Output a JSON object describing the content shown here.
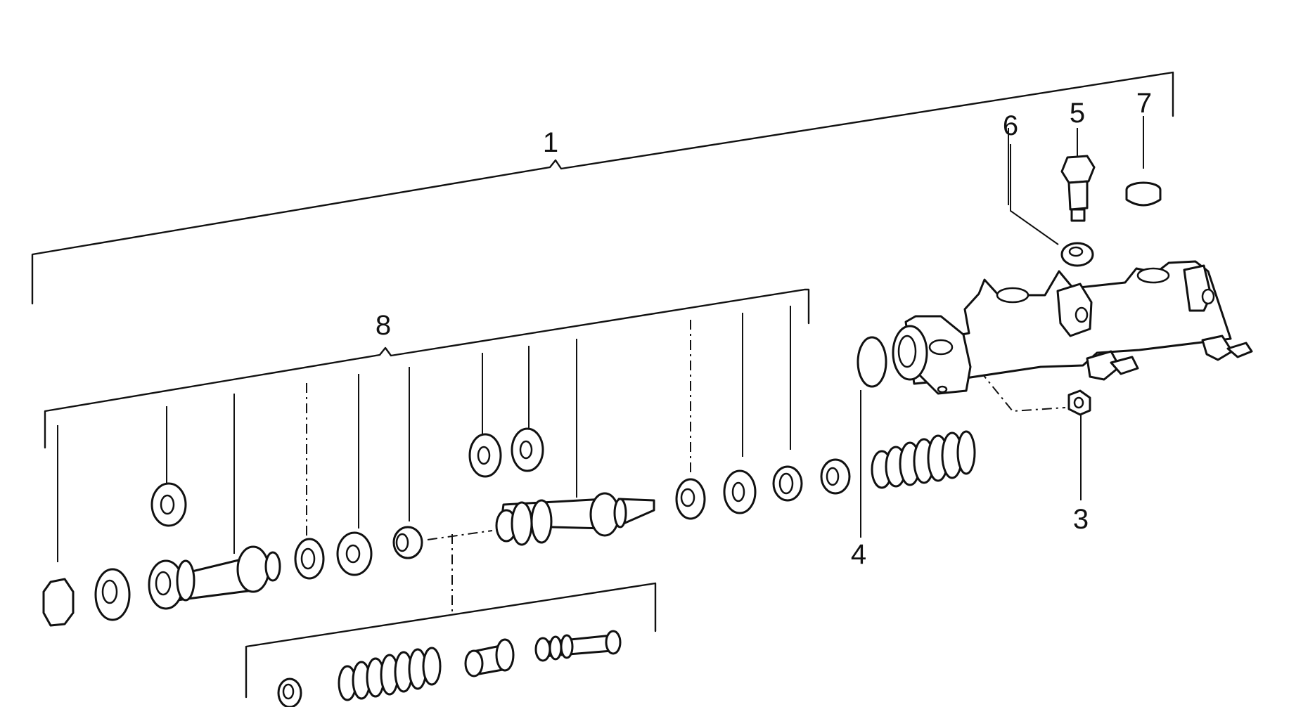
{
  "diagram": {
    "callouts": [
      "1",
      "8",
      "6",
      "5",
      "7",
      "4",
      "3"
    ]
  }
}
